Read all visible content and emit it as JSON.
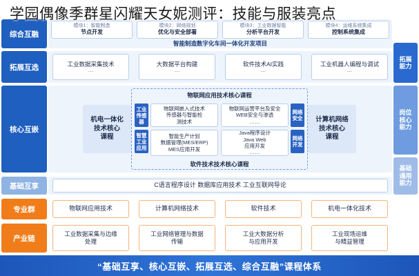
{
  "headline": "学园偶像季群星闪耀天女妮测评：技能与服装亮点",
  "left_labels": {
    "comprehensive": "综合互融",
    "extend": "拓展互选",
    "core": "核心互嵌",
    "basic": "基础互享",
    "major_group": "专业群",
    "industry_chain": "产业链"
  },
  "right_labels": {
    "extend_ability": "拓展\n能力",
    "post_ability": "岗位\n核心\n能力",
    "basic_ability": "基础\n通用\n能力"
  },
  "top_modules": [
    {
      "mod": "模块1：智能制造",
      "name": "节点开发"
    },
    {
      "mod": "模块2：网络规划",
      "name": "优化与安全部署"
    },
    {
      "mod": "模块3：工业数据智能",
      "name": "分析平台开发"
    },
    {
      "mod": "模块4：运维系统集成",
      "name": "控制系统集成"
    }
  ],
  "top_project": "智能制造数字化车间一体化开发项目",
  "extend_boxes": [
    "工业数据采集技术",
    "大数据平台构建",
    "软件技术AI实践",
    "工业机器人编程与调试"
  ],
  "dots": "…",
  "core": {
    "top_title": "物联网应用技术核心课程",
    "bottom_title": "软件技术技术核心课程",
    "left_side": "机电一体化\n技术核心\n课程",
    "right_side": "计算机网络\n技术核心\n课程",
    "tag_iot_sense": "工业\n传感\n器",
    "tag_smart_app": "智慧\n工业\n应用",
    "tag_net_security": "网络\n安全",
    "tag_net_dev": "网络\n开发",
    "cell_1": "物联网嵌入式技术\n传感器与智能检\n测技术",
    "cell_2": "物联网运营平台及安全\nWEB安全与渗透\n……",
    "cell_3": "智能生产计划\n数据管理(MES/ERP)\nMES应用开发",
    "cell_4": "Java程序设计\nJava Web\n应用开发\n……"
  },
  "basic_row": "C语言程序设计  数据库应用技术  工业互联网导论",
  "major_boxes": [
    "物联网应用技术",
    "计算机网络技术",
    "软件技术",
    "机电一体化技术"
  ],
  "industry_boxes": [
    "工业数据采集与边缘\n处理",
    "工业网络管理与数据\n传输",
    "工业大数据分析\n与应用开发",
    "工业现场运维\n与精益管理"
  ],
  "banner": "“基础互享、核心互嵌、拓展互选、综合互融”课程体系"
}
